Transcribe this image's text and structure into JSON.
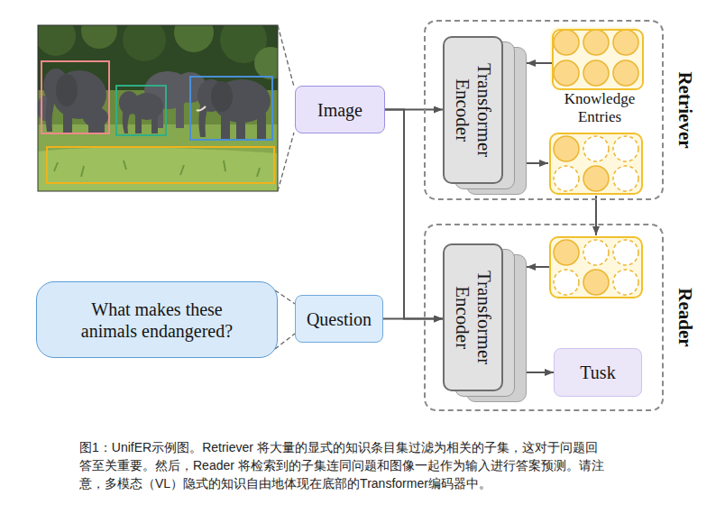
{
  "diagram": {
    "caption": "图1：UnifER示例图。Retriever 将大量的显式的知识条目集过滤为相关的子集，这对于问题回答至关重要。然后，Reader 将检索到的子集连同问题和图像一起作为输入进行答案预测。请注意，多模态（VL）隐式的知识自由地体现在底部的Transformer编码器中。",
    "nodes": [
      {
        "text": [
          "Image"
        ]
      },
      {
        "text": [
          "What makes these animals endangered?"
        ]
      },
      {
        "text": [
          "Question"
        ]
      },
      {
        "text": [
          "Retriever"
        ]
      },
      {
        "text": [
          "Transformer Encoder"
        ],
        "in": 3
      },
      {
        "text": [
          "Knowledge Entries"
        ],
        "in": 3
      },
      {
        "text": [
          "Reader"
        ]
      },
      {
        "text": [
          "Transformer Encoder"
        ],
        "in": 6
      },
      {
        "text": [
          "Tusk"
        ],
        "in": 6
      }
    ],
    "edges": [
      {
        "from": 5,
        "to": 4,
        "arrow": "to"
      },
      {
        "from": 0,
        "to": 4,
        "arrow": "to"
      },
      {
        "from": 0,
        "to": 7,
        "arrow": "to"
      },
      {
        "from": 2,
        "to": 7,
        "arrow": "to"
      },
      {
        "from": 7,
        "to": 8,
        "arrow": "to"
      },
      {
        "from": 1,
        "to": 2,
        "arrow": "none"
      }
    ]
  }
}
